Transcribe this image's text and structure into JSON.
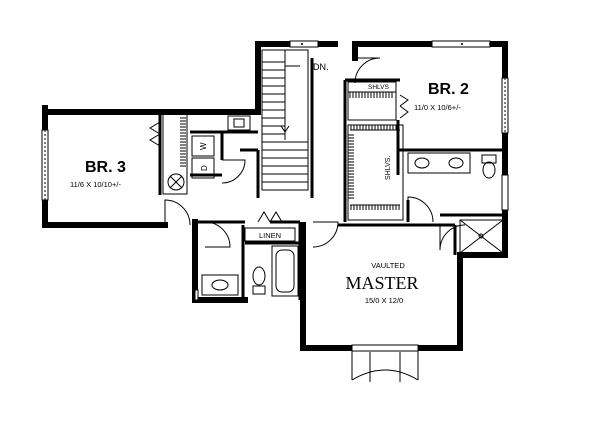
{
  "rooms": {
    "br3": {
      "name": "BR. 3",
      "dims": "11/6 X 10/10+/-"
    },
    "br2": {
      "name": "BR. 2",
      "dims": "11/0 X 10/6+/-"
    },
    "master": {
      "vaulted": "VAULTED",
      "name": "MASTER",
      "dims": "15/0 X 12/0"
    }
  },
  "labels": {
    "stairs_down": "DN.",
    "shelves_br2_top": "SHLVS",
    "shelves_master_closet": "SHLVS.",
    "linen": "LINEN",
    "washer": "W",
    "dryer": "D"
  }
}
